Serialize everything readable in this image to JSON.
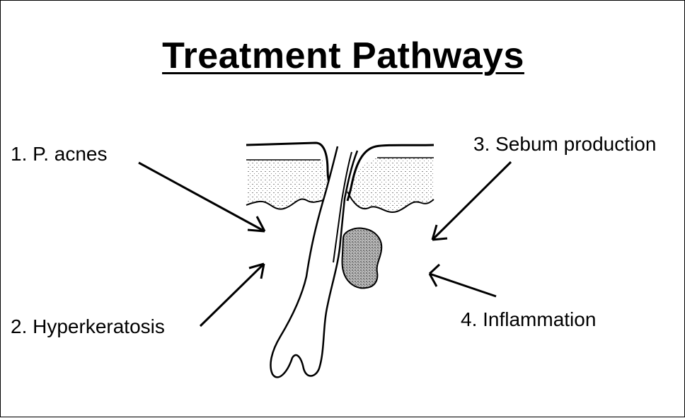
{
  "title": "Treatment Pathways",
  "pathways": [
    {
      "label": "1.  P. acnes"
    },
    {
      "label": "2.  Hyperkeratosis"
    },
    {
      "label": "3.  Sebum production"
    },
    {
      "label": "4.  Inflammation"
    }
  ]
}
